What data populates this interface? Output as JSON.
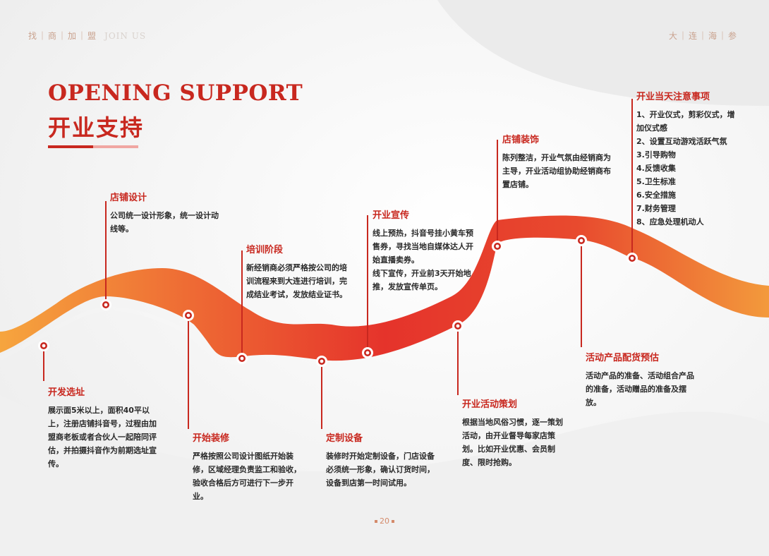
{
  "header": {
    "left_cn": "找｜商｜加｜盟",
    "left_en": "JOIN US",
    "right_cn": "大｜连｜海｜参"
  },
  "title": {
    "en": "OPENING SUPPORT",
    "cn": "开业支持"
  },
  "colors": {
    "accent": "#c8281f",
    "accent_light": "#f0a6a2",
    "ribbon_start": "#f6a23c",
    "ribbon_end": "#e5322a"
  },
  "steps": [
    {
      "title": "开发选址",
      "text": "展示面5米以上，面积40平以上，注册店铺抖音号，过程由加盟商老板或者合伙人一起陪同评估，并拍摄抖音作为前期选址宣传。"
    },
    {
      "title": "店铺设计",
      "text": "公司统一设计形象，统一设计动线等。"
    },
    {
      "title": "开始装修",
      "text": "严格按照公司设计图纸开始装修，区域经理负责监工和验收，验收合格后方可进行下一步开业。"
    },
    {
      "title": "培训阶段",
      "text": "新经销商必须严格按公司的培训流程来到大连进行培训，完成结业考试，发放结业证书。"
    },
    {
      "title": "定制设备",
      "text": "装修时开始定制设备，门店设备必须统一形象，确认订货时间，设备到店第一时间试用。"
    },
    {
      "title": "开业宣传",
      "text": "线上预热，抖音号挂小黄车预售券，寻找当地自媒体达人开始直播卖券。\n线下宣传，开业前3天开始地推，发放宣传单页。"
    },
    {
      "title": "开业活动策划",
      "text": "根据当地风俗习惯，逐一策划活动，由开业督导每家店策划。比如开业优惠、会员制度、限时抢购。"
    },
    {
      "title": "店铺装饰",
      "text": "陈列整洁，开业气氛由经销商为主导，开业活动组协助经销商布置店铺。"
    },
    {
      "title": "活动产品配货预估",
      "text": "活动产品的准备、活动组合产品的准备，活动赠品的准备及摆放。"
    },
    {
      "title": "开业当天注意事项",
      "items": [
        "1、开业仪式，剪彩仪式，增加仪式感",
        "2、设置互动游戏活跃气氛",
        "3.引导购物",
        "4.反馈收集",
        "5.卫生标准",
        "6.安全措施",
        "7.财务管理",
        "8、应急处理机动人"
      ]
    }
  ],
  "page_number": "20"
}
